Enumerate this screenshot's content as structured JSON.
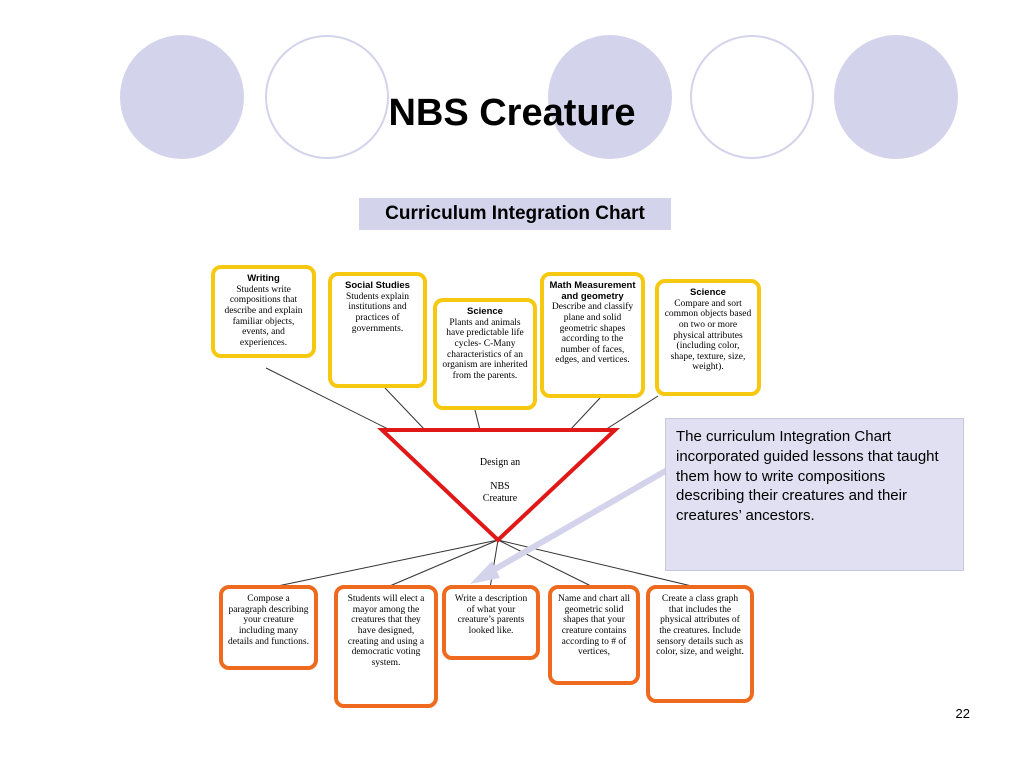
{
  "slide": {
    "title": "NBS Creature",
    "subtitle": "Curriculum Integration Chart",
    "page_number": "22"
  },
  "center": {
    "line1": "Design an",
    "line2": "NBS",
    "line3": "Creature"
  },
  "top_boxes": [
    {
      "heading": "Writing",
      "text": "Students write compositions that describe and explain familiar objects, events, and experiences."
    },
    {
      "heading": "Social Studies",
      "text": "Students explain institutions and practices of governments."
    },
    {
      "heading": "Science",
      "text": "Plants and animals have predictable life cycles- C-Many characteristics of an organism are inherited from the parents."
    },
    {
      "heading": "Math Measurement and geometry",
      "text": "Describe and classify plane and solid geometric shapes according to the number of faces, edges, and vertices."
    },
    {
      "heading": "Science",
      "text": "Compare and sort common objects based on two or more physical attributes (including color, shape, texture, size, weight)."
    }
  ],
  "bottom_boxes": [
    {
      "text": "Compose a paragraph describing your creature including many details and functions."
    },
    {
      "text": "Students will elect a mayor among the creatures that they have designed, creating and using a democratic voting system."
    },
    {
      "text": "Write a description of what your creature’s parents looked like."
    },
    {
      "text": "Name and chart all geometric solid shapes that your creature contains according to # of vertices,"
    },
    {
      "text": "Create a class graph that includes the physical attributes of the creatures. Include sensory details such as color, size, and weight."
    }
  ],
  "callout": {
    "text": "The curriculum Integration Chart incorporated guided lessons that taught them how to write compositions describing their creatures and their creatures’ ancestors."
  },
  "colors": {
    "circle_fill": "#d3d3ec",
    "top_border": "#f6c810",
    "bottom_border": "#ee6a1e",
    "triangle": "#e01818",
    "callout_bg": "#e0e0f2",
    "arrow": "#d3d3ec"
  }
}
